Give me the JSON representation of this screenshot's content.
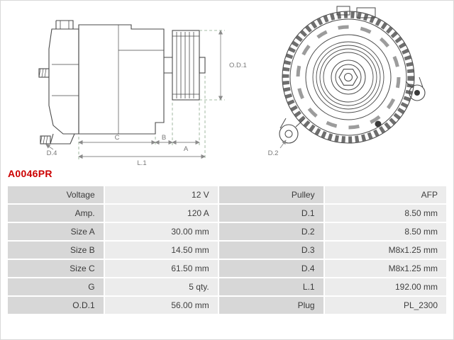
{
  "part_number": "A0046PR",
  "diagram": {
    "side_view_labels": {
      "d4": "D.4",
      "c": "C",
      "b": "B",
      "a": "A",
      "l1": "L.1",
      "od1": "O.D.1"
    },
    "front_view_labels": {
      "d2": "D.2"
    }
  },
  "table": {
    "rows": [
      {
        "l_label": "Voltage",
        "l_value": "12 V",
        "r_label": "Pulley",
        "r_value": "AFP"
      },
      {
        "l_label": "Amp.",
        "l_value": "120 A",
        "r_label": "D.1",
        "r_value": "8.50 mm"
      },
      {
        "l_label": "Size A",
        "l_value": "30.00 mm",
        "r_label": "D.2",
        "r_value": "8.50 mm"
      },
      {
        "l_label": "Size B",
        "l_value": "14.50 mm",
        "r_label": "D.3",
        "r_value": "M8x1.25 mm"
      },
      {
        "l_label": "Size C",
        "l_value": "61.50 mm",
        "r_label": "D.4",
        "r_value": "M8x1.25 mm"
      },
      {
        "l_label": "G",
        "l_value": "5 qty.",
        "r_label": "L.1",
        "r_value": "192.00 mm"
      },
      {
        "l_label": "O.D.1",
        "l_value": "56.00 mm",
        "r_label": "Plug",
        "r_value": "PL_2300"
      }
    ]
  },
  "colors": {
    "part_number_red": "#cc0000",
    "label_cell_bg": "#d7d7d7",
    "value_cell_bg": "#ececec"
  }
}
